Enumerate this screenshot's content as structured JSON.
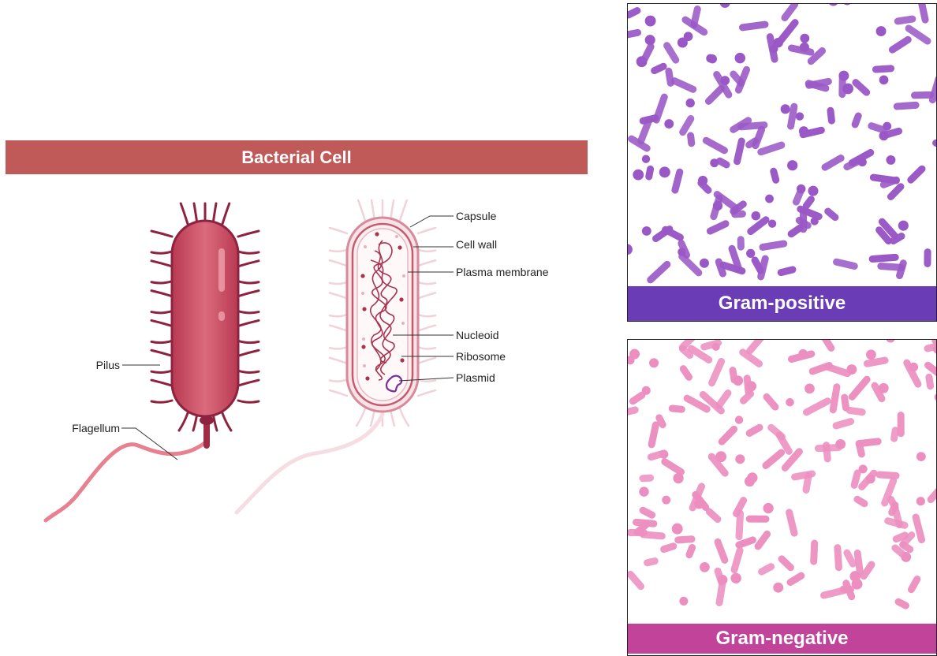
{
  "title": "Bacterial Cell",
  "labels": {
    "pilus": "Pilus",
    "flagellum": "Flagellum",
    "capsule": "Capsule",
    "cell_wall": "Cell wall",
    "plasma_membrane": "Plasma membrane",
    "nucleoid": "Nucleoid",
    "ribosome": "Ribosome",
    "plasmid": "Plasmid"
  },
  "panels": {
    "gram_positive": "Gram-positive",
    "gram_negative": "Gram-negative"
  },
  "colors": {
    "banner": "#c05a58",
    "cell_body": "#d45b6e",
    "cell_dark": "#8e2340",
    "gram_positive_bar": "#6a3cb5",
    "gram_positive_cells": "#9a58c6",
    "gram_negative_bar": "#c2449a",
    "gram_negative_cells": "#ec8fc0"
  }
}
